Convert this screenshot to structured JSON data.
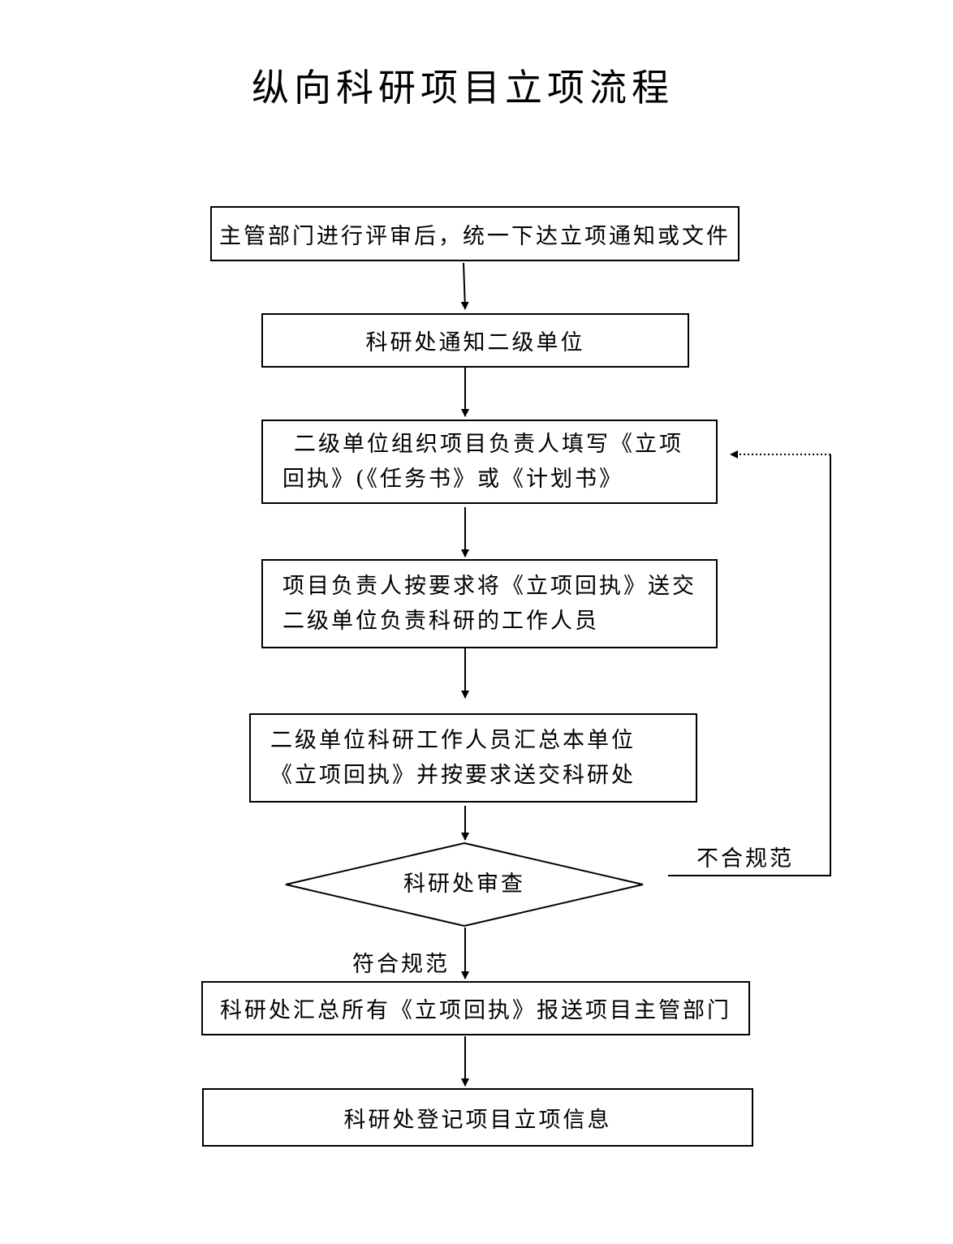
{
  "title": "纵向科研项目立项流程",
  "steps": {
    "step1": "主管部门进行评审后，统一下达立项通知或文件",
    "step2": "科研处通知二级单位",
    "step3": "二级单位组织项目负责人填写《立项回执》(《任务书》或《计划书》",
    "step4": "项目负责人按要求将《立项回执》送交二级单位负责科研的工作人员",
    "step5": "二级单位科研工作人员汇总本单位《立项回执》并按要求送交科研处",
    "decision": "科研处审查",
    "step6": "科研处汇总所有《立项回执》报送项目主管部门",
    "step7": "科研处登记项目立项信息"
  },
  "edge_labels": {
    "fail": "不合规范",
    "pass": "符合规范"
  }
}
